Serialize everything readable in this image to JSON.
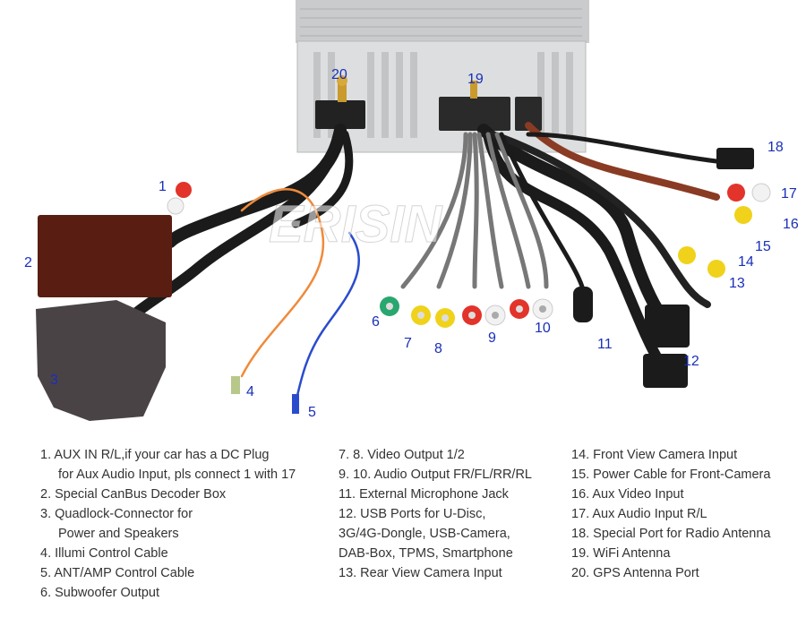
{
  "watermark": "ERISIN",
  "colors": {
    "label": "#1a2fb8",
    "text": "#333333",
    "cable": "#1b1b1b",
    "decoder": "#5a1d12",
    "quadlock": "#4a4346",
    "unit": "#d9dbdc",
    "orange_wire": "#f08a3a",
    "blue_wire": "#2a4ccc",
    "brown_cable": "#8a3b24"
  },
  "callouts": {
    "n1": "1",
    "n2": "2",
    "n3": "3",
    "n4": "4",
    "n5": "5",
    "n6": "6",
    "n7": "7",
    "n8": "8",
    "n9": "9",
    "n10": "10",
    "n11": "11",
    "n12": "12",
    "n13": "13",
    "n14": "14",
    "n15": "15",
    "n16": "16",
    "n17": "17",
    "n18": "18",
    "n19": "19",
    "n20": "20"
  },
  "legend": {
    "col1": [
      "1. AUX IN R/L,if your car has a DC Plug",
      "for Aux Audio Input, pls connect 1 with 17",
      "2.  Special CanBus Decoder Box",
      "3. Quadlock-Connector for",
      "Power and Speakers",
      "4. Illumi Control Cable",
      "5. ANT/AMP Control Cable",
      "6. Subwoofer Output"
    ],
    "col2": [
      "7. 8. Video Output 1/2",
      "9. 10. Audio Output FR/FL/RR/RL",
      "11. External Microphone Jack",
      "12. USB Ports for U-Disc,",
      "3G/4G-Dongle, USB-Camera,",
      "DAB-Box, TPMS, Smartphone",
      "13. Rear View Camera Input"
    ],
    "col3": [
      "14. Front View Camera Input",
      "15. Power Cable for Front-Camera",
      "16. Aux Video Input",
      "17. Aux Audio Input R/L",
      "18. Special Port for Radio Antenna",
      "19. WiFi Antenna",
      "20. GPS Antenna Port"
    ]
  }
}
